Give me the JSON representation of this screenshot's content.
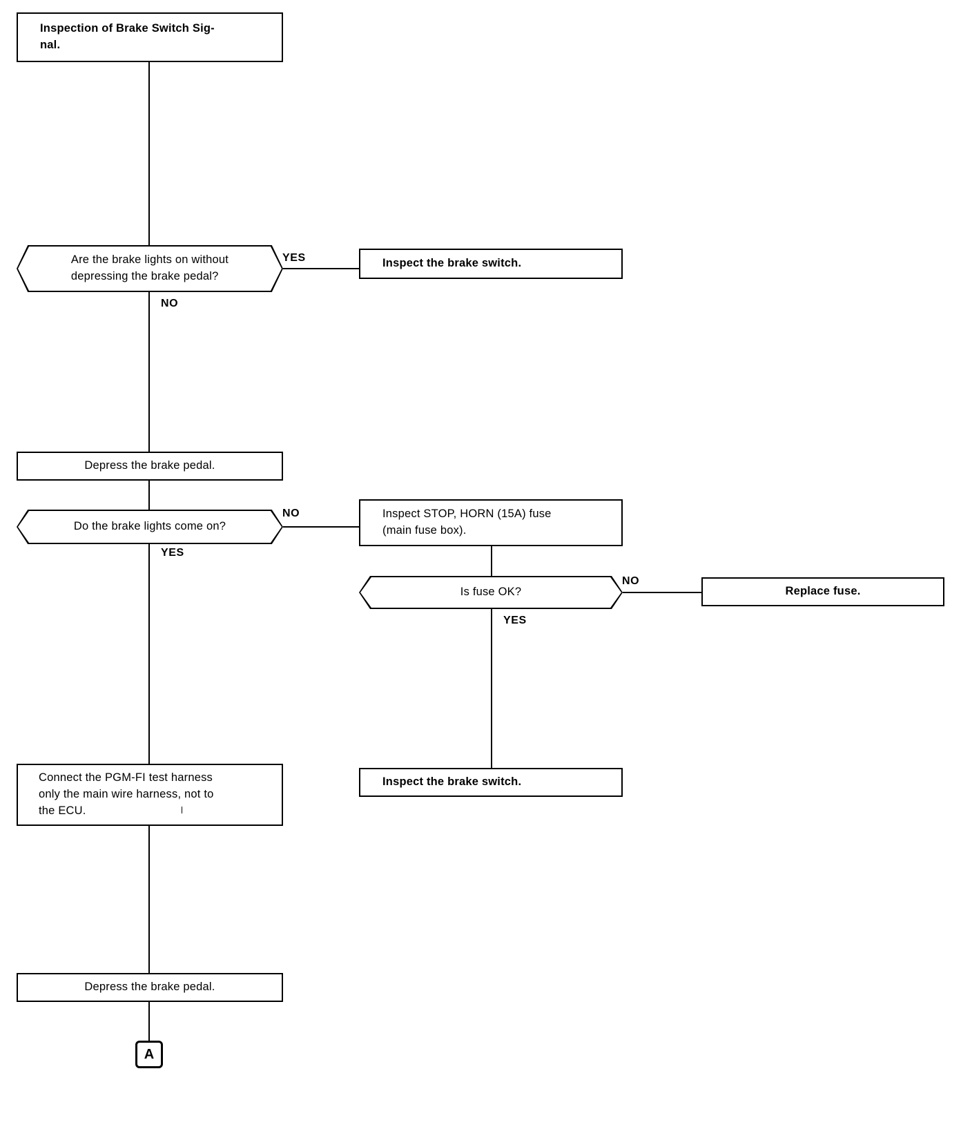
{
  "document": {
    "title": "Inspection of Brake Switch Signal.",
    "type": "troubleshooting-flowchart",
    "ink_color": "#000000",
    "background_color": "#ffffff"
  },
  "nodes": {
    "title_box": {
      "label": "Inspection of Brake Switch Sig-\nnal.",
      "shape": "process"
    },
    "decision_lights_on_without_pedal": {
      "label": "Are  the  brake  lights  on  without\ndepressing the brake pedal?",
      "shape": "decision"
    },
    "inspect_switch_top": {
      "label": "Inspect the brake switch.",
      "shape": "process"
    },
    "depress_pedal_1": {
      "label": "Depress the brake pedal.",
      "shape": "process"
    },
    "decision_lights_come_on": {
      "label": "Do the brake lights come on?",
      "shape": "decision"
    },
    "inspect_fuse": {
      "label": "Inspect STOP, HORN (15A) fuse\n(main fuse box).",
      "shape": "process"
    },
    "decision_fuse_ok": {
      "label": "Is fuse OK?",
      "shape": "decision"
    },
    "replace_fuse": {
      "label": "Replace fuse.",
      "shape": "process"
    },
    "inspect_switch_bottom": {
      "label": "Inspect the brake switch.",
      "shape": "process"
    },
    "connect_harness": {
      "label": "Connect the PGM-FI test harness\nonly the main wire harness, not to\nthe ECU.",
      "shape": "process"
    },
    "depress_pedal_2": {
      "label": "Depress the brake pedal.",
      "shape": "process"
    },
    "connector_a": {
      "label": "A",
      "shape": "off-page-connector"
    }
  },
  "branch_labels": {
    "lights_on_without_pedal_yes": "YES",
    "lights_on_without_pedal_no": "NO",
    "lights_come_on_no": "NO",
    "lights_come_on_yes": "YES",
    "fuse_ok_no": "NO",
    "fuse_ok_yes": "YES"
  }
}
